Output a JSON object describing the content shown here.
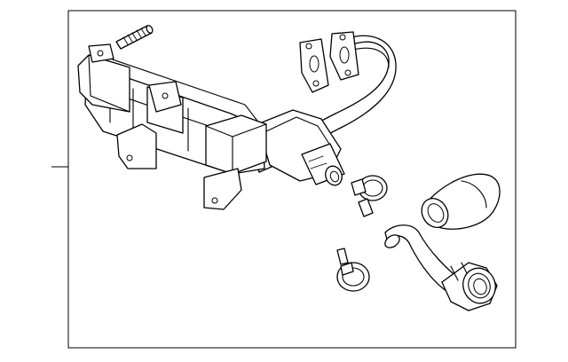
{
  "diagram": {
    "kind": "exploded-parts-illustration",
    "callout_labels": [],
    "parts": [
      "egr-cooler-assembly",
      "stud",
      "egr-pipe",
      "gasket-upper",
      "gasket-lower",
      "hose-clamp-upper",
      "hose-clamp-lower",
      "coolant-hose-upper",
      "coolant-hose-lower"
    ],
    "colors": {
      "line": "#000000",
      "background": "#ffffff"
    }
  }
}
